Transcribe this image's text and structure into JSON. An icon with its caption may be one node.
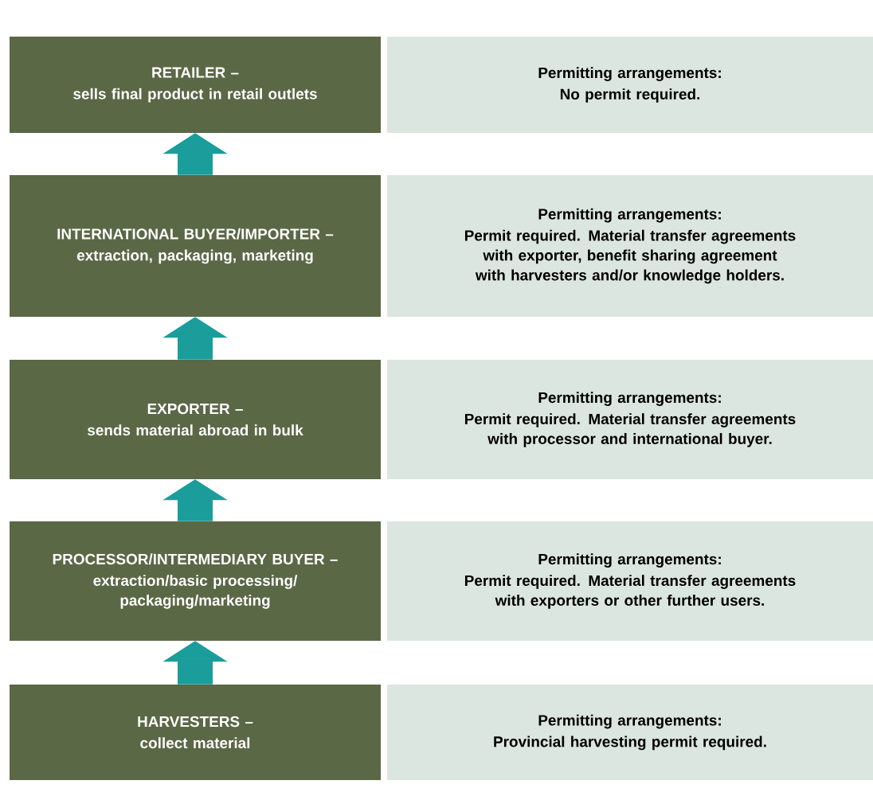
{
  "diagram": {
    "nodes": [
      {
        "text": [
          "RETAILER –",
          "sells final product in retail outlets"
        ]
      },
      {
        "text": [
          "Permitting arrangements:",
          "No permit required."
        ]
      },
      {
        "text": [
          "INTERNATIONAL BUYER/IMPORTER –",
          "extraction, packaging, marketing"
        ]
      },
      {
        "text": [
          "Permitting arrangements:",
          "Permit required. Material transfer agreements with exporter, benefit sharing agreement with harvesters and/or knowledge holders."
        ]
      },
      {
        "text": [
          "EXPORTER –",
          "sends material abroad in bulk"
        ]
      },
      {
        "text": [
          "Permitting arrangements:",
          "Permit required. Material transfer agreements with processor and international buyer."
        ]
      },
      {
        "text": [
          "PROCESSOR/INTERMEDIARY BUYER –",
          "extraction/basic processing/ packaging/marketing"
        ]
      },
      {
        "text": [
          "Permitting arrangements:",
          "Permit required. Material transfer agreements with exporters or other further users."
        ]
      },
      {
        "text": [
          "HARVESTERS –",
          "collect material"
        ]
      },
      {
        "text": [
          "Permitting arrangements:",
          "Provincial harvesting permit required."
        ]
      }
    ],
    "edges": [
      {
        "from": 8,
        "to": 6,
        "arrow": "to"
      },
      {
        "from": 6,
        "to": 4,
        "arrow": "to"
      },
      {
        "from": 4,
        "to": 2,
        "arrow": "to"
      },
      {
        "from": 2,
        "to": 0,
        "arrow": "to"
      }
    ]
  }
}
